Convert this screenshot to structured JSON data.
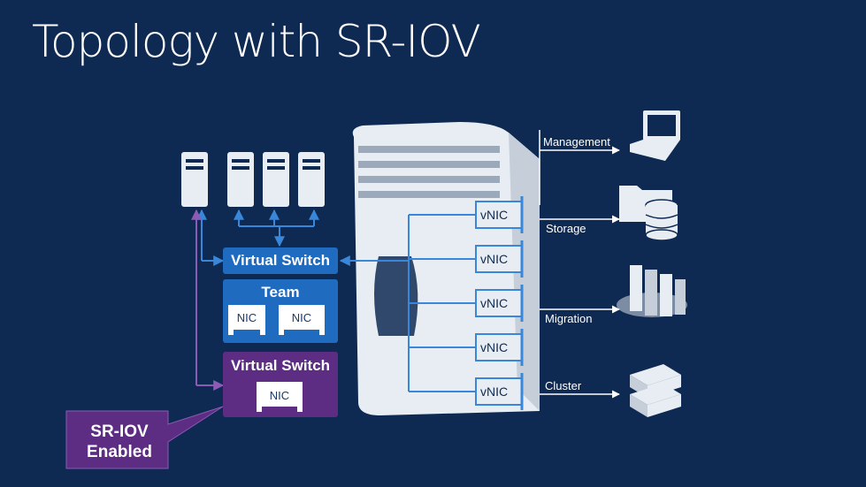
{
  "title": "Topology with SR-IOV",
  "host": {
    "virtual_switch_label": "Virtual Switch",
    "team_label": "Team",
    "nic_labels": [
      "NIC",
      "NIC"
    ],
    "sriov_switch_label": "Virtual Switch",
    "sriov_nic_label": "NIC"
  },
  "vnics": [
    "vNIC",
    "vNIC",
    "vNIC",
    "vNIC",
    "vNIC"
  ],
  "networks": [
    {
      "label": "Management",
      "icon": "laptop-icon"
    },
    {
      "label": "Storage",
      "icon": "storage-database-icon"
    },
    {
      "label": "Migration",
      "icon": "datacenter-icon"
    },
    {
      "label": "Cluster",
      "icon": "cluster-servers-icon"
    }
  ],
  "callout": {
    "line1": "SR-IOV",
    "line2": "Enabled"
  },
  "colors": {
    "background": "#0e2a52",
    "switch_blue": "#1f6bbf",
    "sriov_purple": "#5c2d82",
    "callout_purple": "#5c2d82",
    "connector_blue": "#3a86d8",
    "server_white": "#e8edf3"
  }
}
